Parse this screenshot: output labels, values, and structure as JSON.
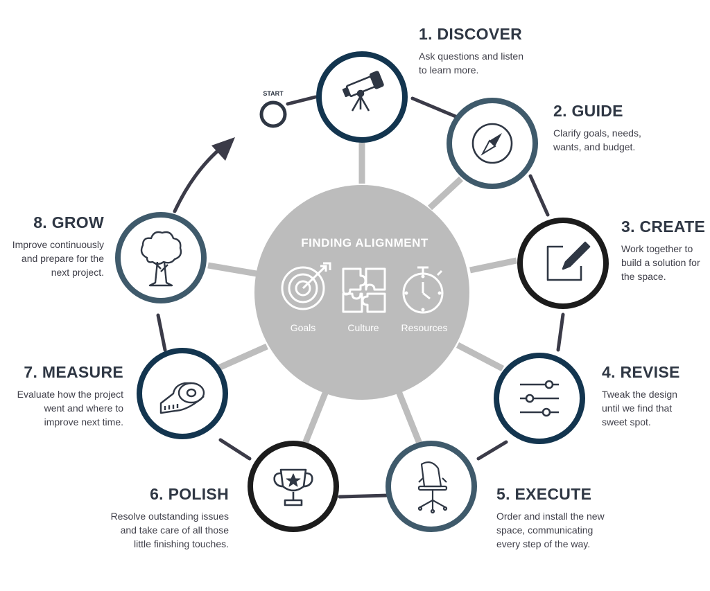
{
  "center": {
    "title": "FINDING ALIGNMENT",
    "items": [
      {
        "label": "Goals",
        "icon": "target-icon"
      },
      {
        "label": "Culture",
        "icon": "puzzle-icon"
      },
      {
        "label": "Resources",
        "icon": "stopwatch-icon"
      }
    ]
  },
  "start_label": "START",
  "steps": [
    {
      "title": "1. DISCOVER",
      "desc": "Ask questions and listen\nto learn more.",
      "icon": "telescope-icon",
      "ring_color": "#13354f"
    },
    {
      "title": "2. GUIDE",
      "desc": "Clarify goals, needs,\nwants, and budget.",
      "icon": "compass-icon",
      "ring_color": "#3f5a6b"
    },
    {
      "title": "3. CREATE",
      "desc": "Work together to\nbuild a solution for\nthe space.",
      "icon": "edit-icon",
      "ring_color": "#1c1c1c"
    },
    {
      "title": "4. REVISE",
      "desc": "Tweak the design\nuntil we find that\nsweet spot.",
      "icon": "sliders-icon",
      "ring_color": "#13354f"
    },
    {
      "title": "5. EXECUTE",
      "desc": "Order and install the new\nspace, communicating\nevery step of the way.",
      "icon": "office-chair-icon",
      "ring_color": "#3f5a6b"
    },
    {
      "title": "6. POLISH",
      "desc": "Resolve outstanding issues\nand take care of all those\nlittle finishing touches.",
      "icon": "trophy-icon",
      "ring_color": "#1c1c1c"
    },
    {
      "title": "7. MEASURE",
      "desc": "Evaluate how the project\nwent and where to\nimprove next time.",
      "icon": "tape-measure-icon",
      "ring_color": "#13354f"
    },
    {
      "title": "8. GROW",
      "desc": "Improve continuously\nand prepare for the\nnext project.",
      "icon": "tree-icon",
      "ring_color": "#3f5a6b"
    }
  ]
}
